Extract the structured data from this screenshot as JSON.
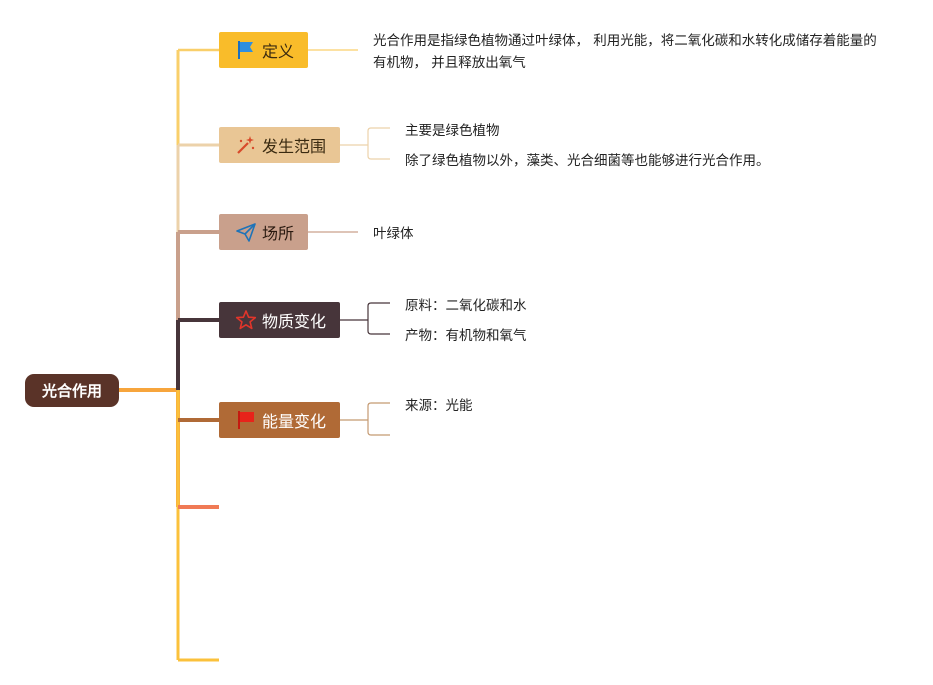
{
  "root": {
    "label": "光合作用"
  },
  "branches": [
    {
      "label": "定义",
      "icon": "blue-flag-icon",
      "color": "#f9bc2a",
      "texts": [
        "光合作用是指绿色植物通过叶绿体， 利用光能，将二氧化碳和水转化成储存着能量的有机物， 并且释放出氧气"
      ]
    },
    {
      "label": "发生范围",
      "icon": "magic-wand-icon",
      "color": "#e9c695",
      "texts": [
        "主要是绿色植物",
        "除了绿色植物以外，藻类、光合细菌等也能够进行光合作用。"
      ]
    },
    {
      "label": "场所",
      "icon": "paper-plane-icon",
      "color": "#c9a08c",
      "texts": [
        "叶绿体"
      ]
    },
    {
      "label": "物质变化",
      "icon": "star-outline-icon",
      "color": "#47353a",
      "texts": [
        "原料：二氧化碳和水",
        "产物：有机物和氧气"
      ]
    },
    {
      "label": "能量变化",
      "icon": "red-flag-icon",
      "color": "#b06a36",
      "texts": [
        "来源：光能",
        ""
      ]
    }
  ],
  "colors": {
    "root": "#5a3328",
    "trunk_main": "#f7a53c",
    "empty_branch_1": "#f07a55",
    "empty_branch_2": "#fbc13b"
  }
}
